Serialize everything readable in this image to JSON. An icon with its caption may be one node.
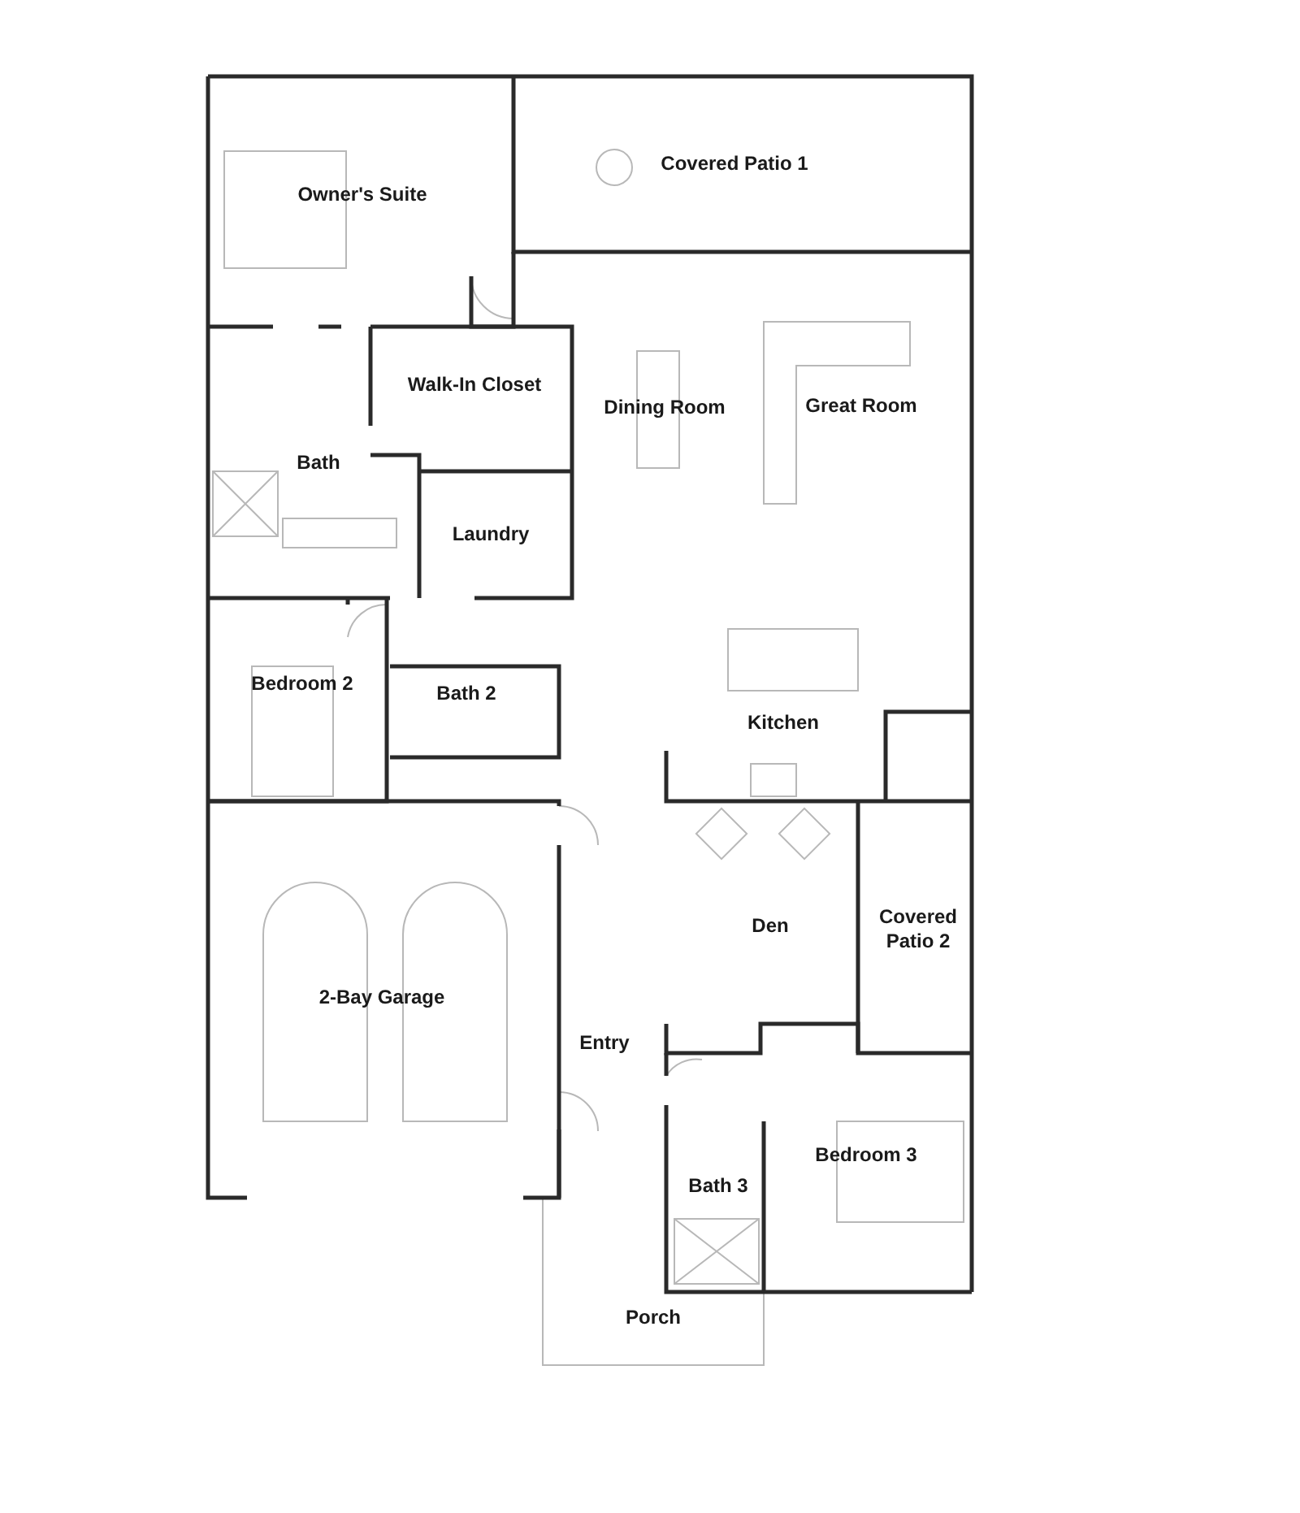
{
  "diagram": {
    "labels": [
      "Covered Patio 1",
      "Owner's Suite",
      "Walk-In Closet",
      "Dining Room",
      "Great Room",
      "Bath",
      "Laundry",
      "Bedroom 2",
      "Bath 2",
      "Kitchen",
      "Den",
      "Covered Patio 2",
      "2-Bay Garage",
      "Entry",
      "Bedroom 3",
      "Bath 3",
      "Porch"
    ]
  }
}
